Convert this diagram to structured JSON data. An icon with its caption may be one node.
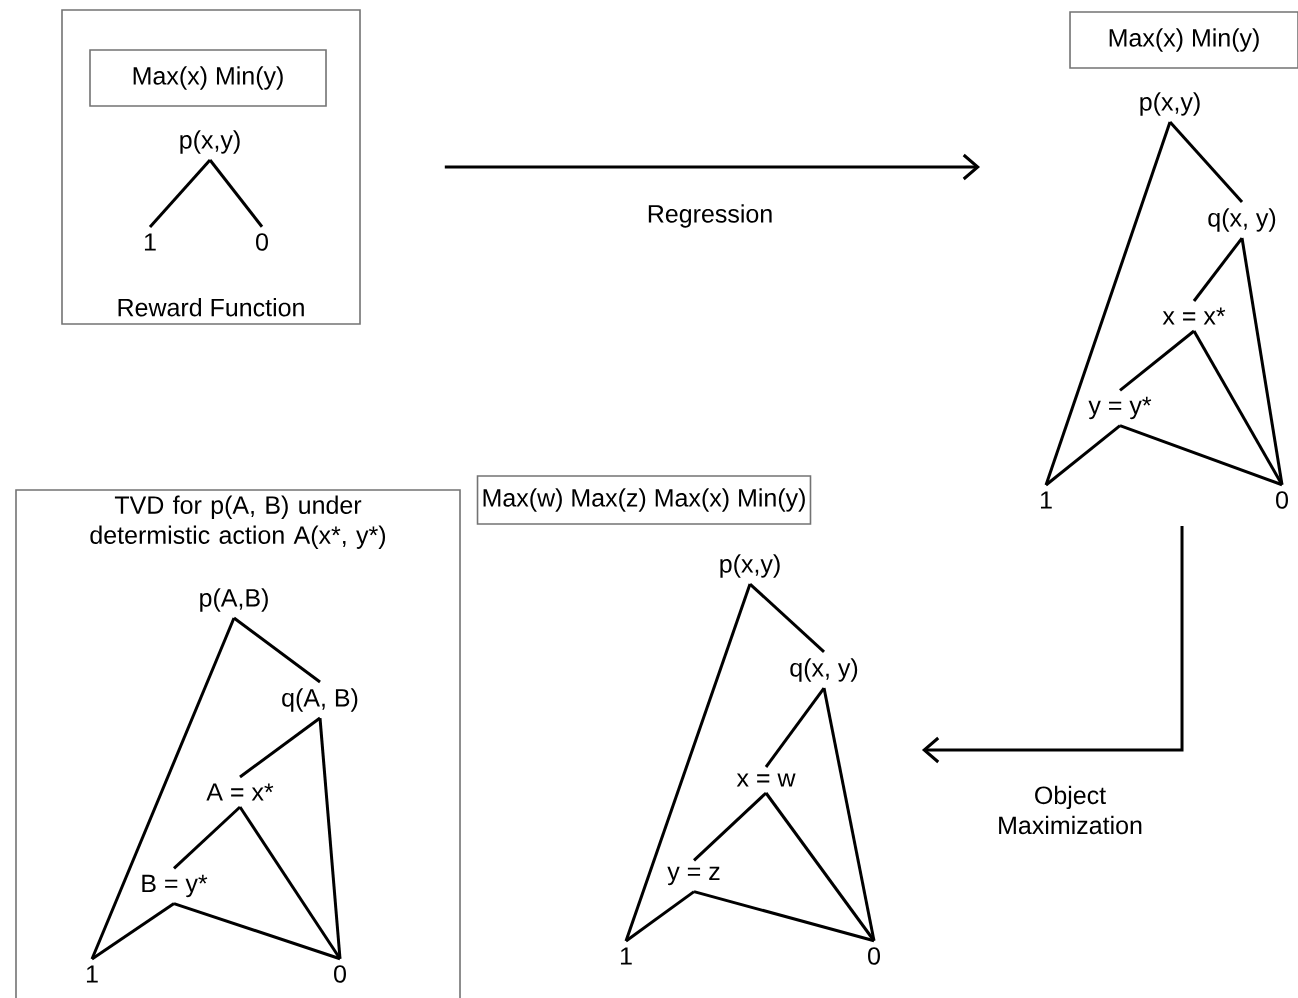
{
  "diagram": {
    "nodes": [
      {
        "text": [
          "Reward Function"
        ]
      },
      {
        "text": [
          "Max(x) Min(y)"
        ],
        "in": 0
      },
      {
        "text": [
          "p(x,y)"
        ],
        "in": 0
      },
      {
        "text": [
          "1"
        ],
        "in": 0
      },
      {
        "text": [
          "0"
        ],
        "in": 0
      },
      {
        "text": [
          "Max(x) Min(y)"
        ]
      },
      {
        "text": [
          "p(x,y)"
        ]
      },
      {
        "text": [
          "q(x, y)"
        ]
      },
      {
        "text": [
          "x = x*"
        ]
      },
      {
        "text": [
          "y = y*"
        ]
      },
      {
        "text": [
          "1"
        ]
      },
      {
        "text": [
          "0"
        ]
      },
      {
        "text": [
          "Max(w) Max(z) Max(x) Min(y)"
        ]
      },
      {
        "text": [
          "p(x,y)"
        ]
      },
      {
        "text": [
          "q(x, y)"
        ]
      },
      {
        "text": [
          "x = w"
        ]
      },
      {
        "text": [
          "y = z"
        ]
      },
      {
        "text": [
          "1"
        ]
      },
      {
        "text": [
          "0"
        ]
      },
      {
        "text": [
          "TVD for p(A, B) under determistic action A(x*, y*)"
        ]
      },
      {
        "text": [
          "p(A,B)"
        ],
        "in": 19
      },
      {
        "text": [
          "q(A, B)"
        ],
        "in": 19
      },
      {
        "text": [
          "A = x*"
        ],
        "in": 19
      },
      {
        "text": [
          "B = y*"
        ],
        "in": 19
      },
      {
        "text": [
          "1"
        ],
        "in": 19
      },
      {
        "text": [
          "0"
        ],
        "in": 19
      }
    ],
    "edges": [
      {
        "from": 2,
        "to": 3,
        "arrow": "none"
      },
      {
        "from": 2,
        "to": 4,
        "arrow": "none"
      },
      {
        "from": 6,
        "to": 7,
        "arrow": "none"
      },
      {
        "from": 6,
        "to": 10,
        "arrow": "none"
      },
      {
        "from": 7,
        "to": 8,
        "arrow": "none"
      },
      {
        "from": 7,
        "to": 11,
        "arrow": "none"
      },
      {
        "from": 8,
        "to": 9,
        "arrow": "none"
      },
      {
        "from": 8,
        "to": 11,
        "arrow": "none"
      },
      {
        "from": 9,
        "to": 10,
        "arrow": "none"
      },
      {
        "from": 9,
        "to": 11,
        "arrow": "none"
      },
      {
        "from": 13,
        "to": 14,
        "arrow": "none"
      },
      {
        "from": 13,
        "to": 17,
        "arrow": "none"
      },
      {
        "from": 14,
        "to": 15,
        "arrow": "none"
      },
      {
        "from": 14,
        "to": 18,
        "arrow": "none"
      },
      {
        "from": 15,
        "to": 16,
        "arrow": "none"
      },
      {
        "from": 15,
        "to": 18,
        "arrow": "none"
      },
      {
        "from": 16,
        "to": 17,
        "arrow": "none"
      },
      {
        "from": 16,
        "to": 18,
        "arrow": "none"
      },
      {
        "from": 20,
        "to": 21,
        "arrow": "none"
      },
      {
        "from": 20,
        "to": 24,
        "arrow": "none"
      },
      {
        "from": 21,
        "to": 22,
        "arrow": "none"
      },
      {
        "from": 21,
        "to": 25,
        "arrow": "none"
      },
      {
        "from": 22,
        "to": 23,
        "arrow": "none"
      },
      {
        "from": 22,
        "to": 25,
        "arrow": "none"
      },
      {
        "from": 23,
        "to": 24,
        "arrow": "none"
      },
      {
        "from": 23,
        "to": 25,
        "arrow": "none"
      },
      {
        "from": 0,
        "to": null,
        "arrow": "to",
        "label": "Regression"
      },
      {
        "from": null,
        "to": 15,
        "arrow": "to",
        "label": "Object Maximization"
      }
    ]
  }
}
